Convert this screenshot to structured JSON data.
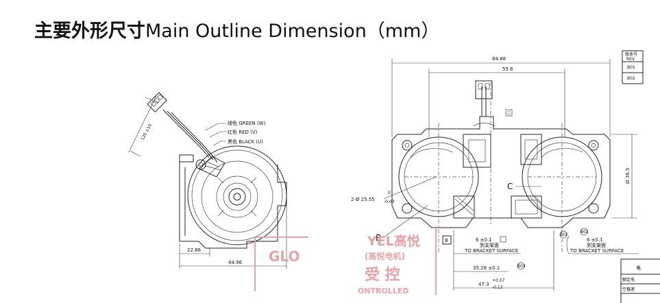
{
  "title": {
    "cn": "主要外形尺寸",
    "en": "Main Outline Dimension（mm）"
  },
  "left_view": {
    "wire_green": "绿色 GREEN (W)",
    "wire_red": "红色 RED (V)",
    "wire_black": "黑色 BLACK (U)",
    "lead_length": "120 ±10",
    "dim_a": "22.86",
    "dim_b": "44.96"
  },
  "right_view": {
    "dim_total_width": "84.88",
    "dim_inner_width": "55.6",
    "dim_height": "Ø 36.5",
    "dim_bore": "2-Ø 25.55",
    "dim_bore_tol_upper": "0",
    "dim_bore_tol_lower": "-0.03",
    "label_b": "B",
    "label_c": "C",
    "datum_b": "B",
    "dim_bracket_left_value": "6 ±0.1",
    "dim_bracket_left_cn": "到支架面",
    "dim_bracket_left_en": "TO BRACKET SURFACE",
    "dim_bracket_right_value": "6 ±0.1",
    "dim_bracket_right_cn": "到支架面",
    "dim_bracket_right_en": "TO BRACKET SURFACE",
    "dim_center": "35.28 ±0.1",
    "dim_center_tag": "B03",
    "dim_overall": "47.3",
    "dim_overall_tol_upper": "+0.07",
    "dim_overall_tol_lower": "-0.13",
    "tag_b02": "B02",
    "rev_header_cn": "版本号",
    "rev_header_en": "REV",
    "rev_1": "B01",
    "rev_2": "B02",
    "table_row_1": "电",
    "table_row_2": "额定电",
    "table_row_3": "空载速"
  },
  "watermark": {
    "brand_left": "GLO",
    "brand_right": "YEL高悦",
    "brand_cn": "(高悦电机)",
    "brand_cn2": "受 控",
    "brand_en": "ONTROLLED"
  }
}
